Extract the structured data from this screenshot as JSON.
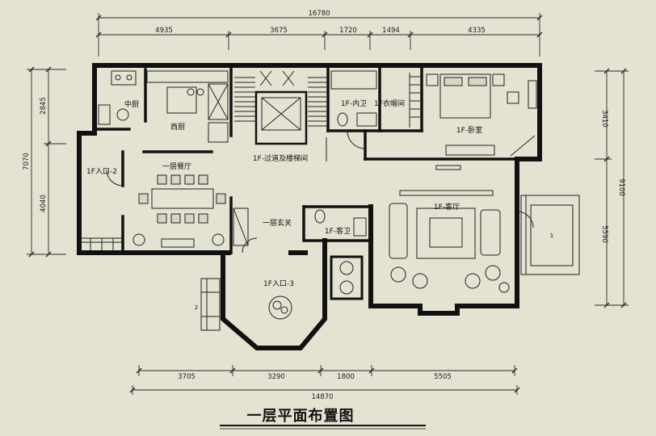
{
  "title": "一层平面布置图",
  "rooms": {
    "zhongchu": "中厨",
    "xichu": "西厨",
    "canting": "一层餐厅",
    "rukou2": "1F入口-2",
    "guodao": "1F-过道及楼梯间",
    "neiwei": "1F-内卫",
    "yimaojian": "1F衣帽间",
    "woshi": "1F-卧室",
    "keting": "1F-客厅",
    "xuanguan": "一层玄关",
    "kewei": "1F-客卫",
    "rukou3": "1F入口-3"
  },
  "dimensions": {
    "top_overall": 16780,
    "top_segments": [
      4935,
      3675,
      1720,
      1494,
      4335
    ],
    "bottom_segments": [
      3705,
      3290,
      1800,
      5505
    ],
    "bottom_overall": 14870,
    "left_overall": 7070,
    "left_segments": [
      2845,
      4040
    ],
    "right_overall": 9100,
    "right_segments": [
      3410,
      5590
    ]
  },
  "markers": {
    "entrance_left": "2",
    "entrance_right": "1"
  },
  "colors": {
    "background": "#e4e2d1",
    "wall": "#111111",
    "line": "#2a2a2a"
  }
}
